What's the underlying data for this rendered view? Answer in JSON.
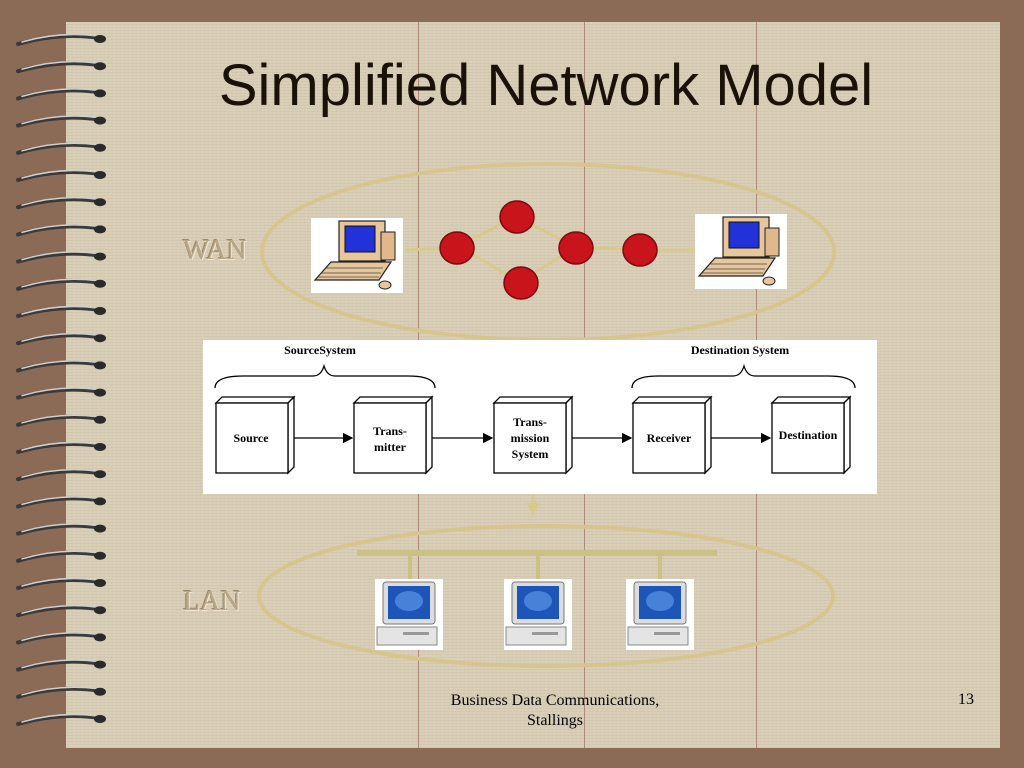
{
  "slide": {
    "title": "Simplified Network Model",
    "wan_label": "WAN",
    "lan_label": "LAN",
    "footer_line1": "Business Data Communications,",
    "footer_line2": "Stallings",
    "page_number": "13"
  },
  "diagram": {
    "source_system_label": "SourceSystem",
    "destination_system_label": "Destination System",
    "boxes": {
      "source": "Source",
      "transmitter_line1": "Trans-",
      "transmitter_line2": "mitter",
      "transmission_line1": "Trans-",
      "transmission_line2": "mission",
      "transmission_line3": "System",
      "receiver": "Receiver",
      "destination": "Destination"
    }
  },
  "colors": {
    "background_frame": "#8b6b55",
    "paper": "#d8cdb5",
    "ellipse_outline": "#d6c68e",
    "node_red": "#c8141a",
    "lan_bus": "#ccc184",
    "arrow": "#d8cb8a"
  },
  "icons": [
    "spiral-binding-icon",
    "desktop-computer-icon",
    "network-node-icon",
    "workstation-icon"
  ]
}
